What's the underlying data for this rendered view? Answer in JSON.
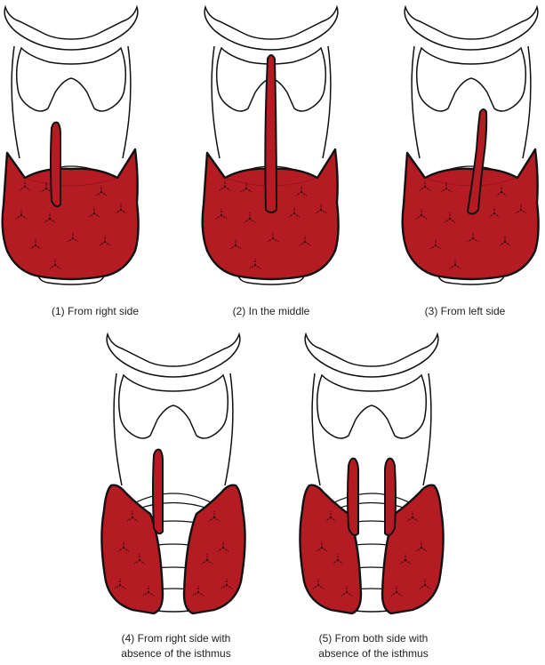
{
  "figure": {
    "colors": {
      "gland": "#b51b22",
      "outline": "#111111",
      "cartilage_fill": "#ffffff",
      "background": "#ffffff"
    },
    "panels": [
      {
        "id": "p1",
        "caption_lines": [
          "(1) From right side"
        ],
        "variant": "right",
        "isthmus": true
      },
      {
        "id": "p2",
        "caption_lines": [
          "(2) In the middle"
        ],
        "variant": "middle",
        "isthmus": true
      },
      {
        "id": "p3",
        "caption_lines": [
          "(3) From left side"
        ],
        "variant": "left",
        "isthmus": true
      },
      {
        "id": "p4",
        "caption_lines": [
          "(4) From right side with",
          "absence of the isthmus"
        ],
        "variant": "right",
        "isthmus": false
      },
      {
        "id": "p5",
        "caption_lines": [
          "(5) From both side with",
          "absence of the isthmus"
        ],
        "variant": "both",
        "isthmus": false
      }
    ]
  }
}
